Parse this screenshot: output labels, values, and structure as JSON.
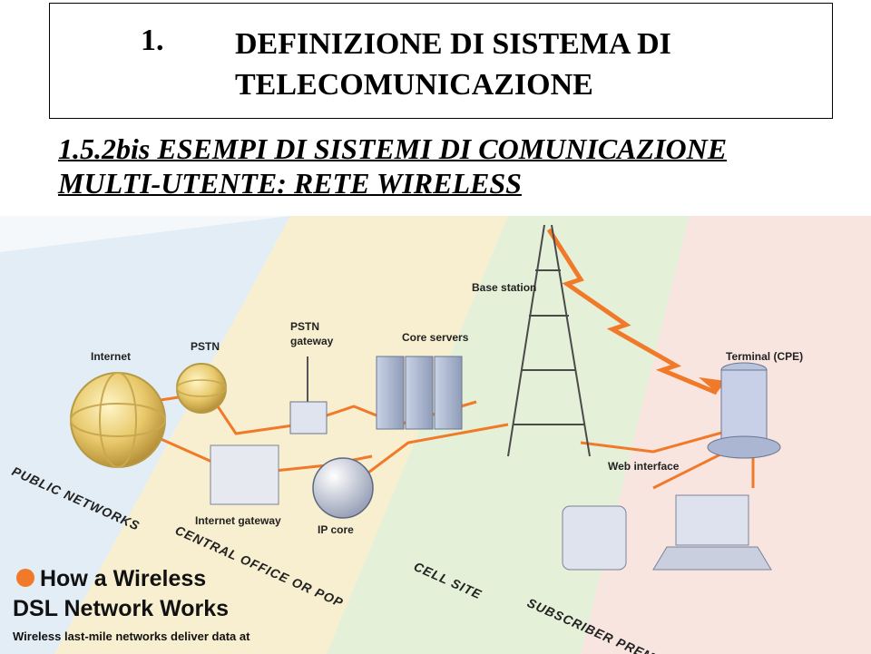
{
  "header": {
    "number": "1.",
    "title_line1": "DEFINIZIONE DI SISTEMA DI",
    "title_line2": "TELECOMUNICAZIONE"
  },
  "section": {
    "line1": "1.5.2bis  ESEMPI DI SISTEMI DI COMUNICAZIONE",
    "line2": "MULTI-UTENTE: RETE WIRELESS"
  },
  "diagram": {
    "labels": {
      "internet": "Internet",
      "pstn": "PSTN",
      "pstn_gateway_1": "PSTN",
      "pstn_gateway_2": "gateway",
      "core_servers": "Core servers",
      "base_station": "Base station",
      "terminal": "Terminal (CPE)",
      "web_interface": "Web interface",
      "internet_gateway": "Internet gateway",
      "ip_core": "IP core"
    },
    "bands": {
      "public": "PUBLIC NETWORKS",
      "central": "CENTRAL OFFICE OR POP",
      "cell": "CELL SITE",
      "subscriber": "SUBSCRIBER PREMISES"
    },
    "caption": {
      "line1": "How a Wireless",
      "line2": "DSL Network Works",
      "line3": "Wireless last-mile networks deliver data at"
    },
    "colors": {
      "link": "#f07a2a",
      "bullet": "#f07a2a"
    }
  }
}
